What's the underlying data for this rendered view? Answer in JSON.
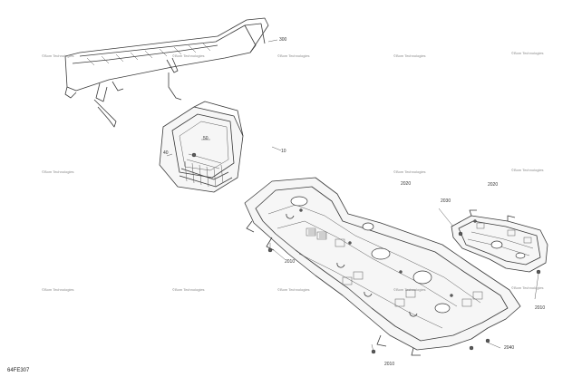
{
  "part_labels": {
    "p300": "300",
    "p50": "50",
    "p40": "40",
    "p10": "10",
    "p2020": "2020",
    "p2030": "2030",
    "p2020b": "2020",
    "p2010a": "2010",
    "p2010b": "2010",
    "p2010c": "2010",
    "p2040": "2040"
  },
  "watermarks": {
    "w1": "©Bom Technologies",
    "w2": "©Bom Technologies",
    "w3": "©Bom Technologies",
    "w4": "©Bom Technologies",
    "w5": "©Bom Technologies",
    "w6": "©Bom Technologies",
    "w7": "©Bom Technologies",
    "w8": "©Bom Technologies",
    "w9": "©Bom Technologies",
    "w10": "©Bom Technologies",
    "w11": "©Bom Technologies",
    "w12": "©Bom Technologies",
    "w13": "©Bom Technologies"
  },
  "diagram_code": "64FE307"
}
